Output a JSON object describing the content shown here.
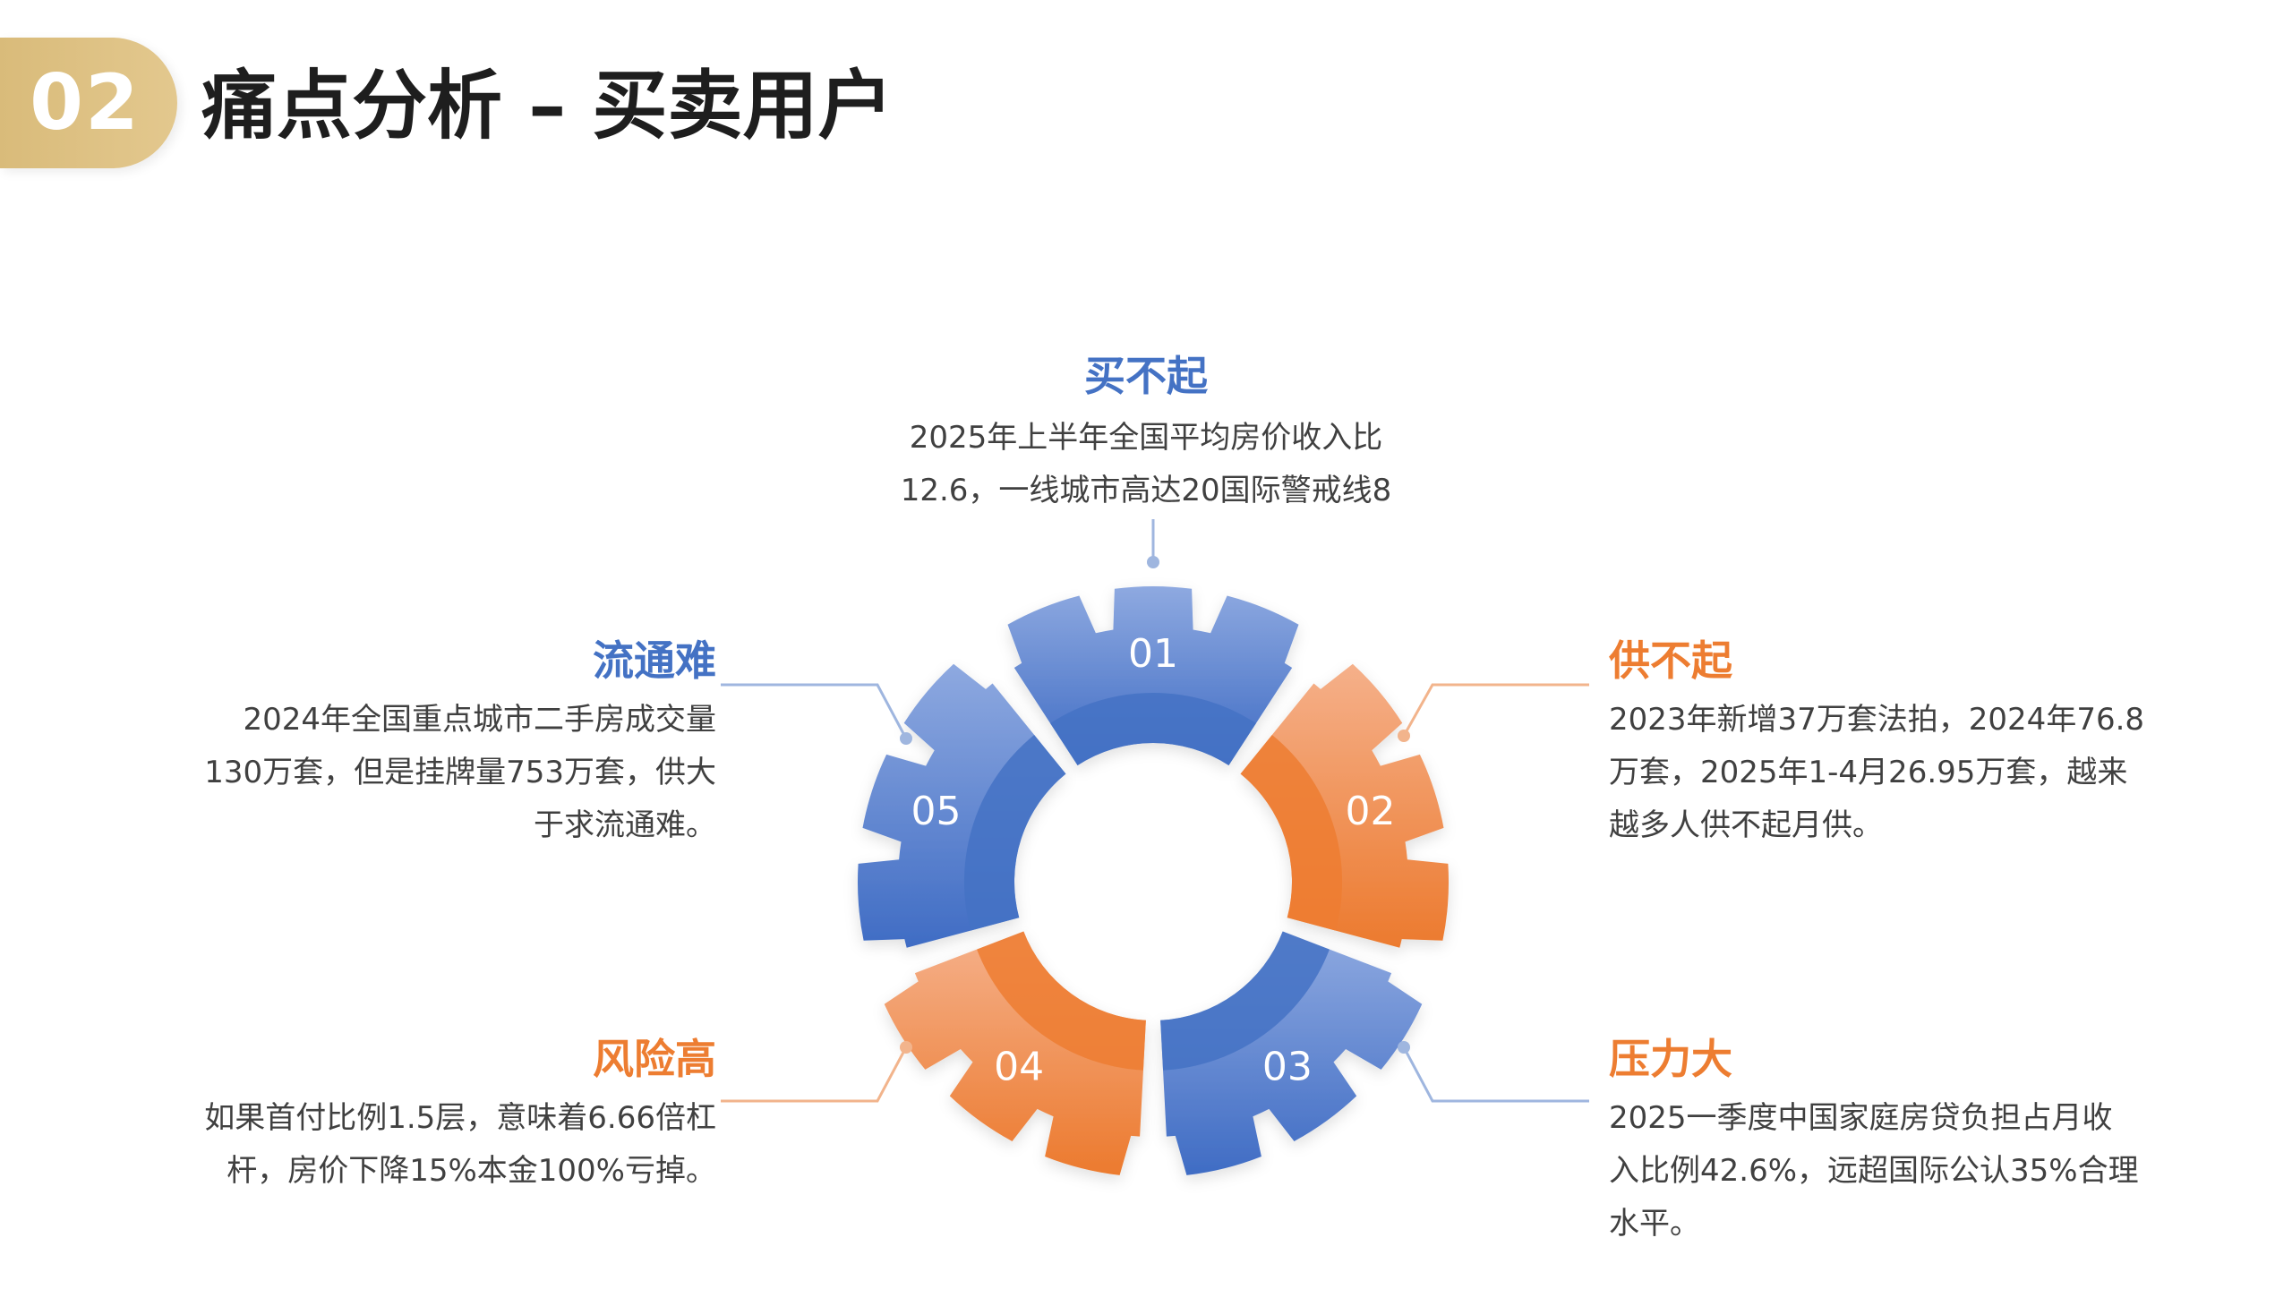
{
  "header": {
    "badge": "02",
    "title": "痛点分析 – 买卖用户"
  },
  "colors": {
    "blue": "#4472c4",
    "orange": "#ed7d31",
    "badge": "#d9bb7a"
  },
  "segments": [
    {
      "label": "01",
      "color": "blue"
    },
    {
      "label": "02",
      "color": "orange"
    },
    {
      "label": "03",
      "color": "blue"
    },
    {
      "label": "04",
      "color": "orange"
    },
    {
      "label": "05",
      "color": "blue"
    }
  ],
  "points": {
    "p1": {
      "title": "买不起",
      "lines": [
        "2025年上半年全国平均房价收入比",
        "12.6，一线城市高达20国际警戒线8"
      ]
    },
    "p2": {
      "title": "供不起",
      "lines": [
        "2023年新增37万套法拍，2024年76.8",
        "万套，2025年1-4月26.95万套，越来",
        "越多人供不起月供。"
      ]
    },
    "p3": {
      "title": "压力大",
      "lines": [
        "2025一季度中国家庭房贷负担占月收",
        "入比例42.6%，远超国际公认35%合理",
        "水平。"
      ]
    },
    "p4": {
      "title": "风险高",
      "lines": [
        "如果首付比例1.5层，意味着6.66倍杠",
        "杆，房价下降15%本金100%亏掉。"
      ]
    },
    "p5": {
      "title": "流通难",
      "lines": [
        "2024年全国重点城市二手房成交量",
        "130万套，但是挂牌量753万套，供大",
        "于求流通难。"
      ]
    }
  }
}
